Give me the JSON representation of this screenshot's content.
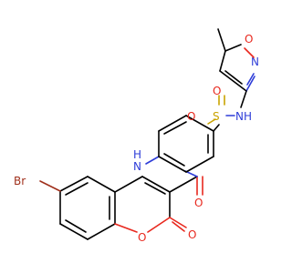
{
  "molecule": {
    "atoms": {
      "br": "Br",
      "o_ring": "O",
      "o_lactone": "O",
      "o_amide": "O",
      "nh_amide": "N",
      "h_amide": "H",
      "s": "S",
      "o_s1": "O",
      "o_s2": "O",
      "nh_sulf": "NH",
      "n_isox": "N",
      "o_isox": "O"
    },
    "colors": {
      "carbon": "#000000",
      "oxygen": "#e8281e",
      "nitrogen": "#2e3dd8",
      "sulfur": "#c9a300",
      "bromine": "#a0301c"
    }
  }
}
